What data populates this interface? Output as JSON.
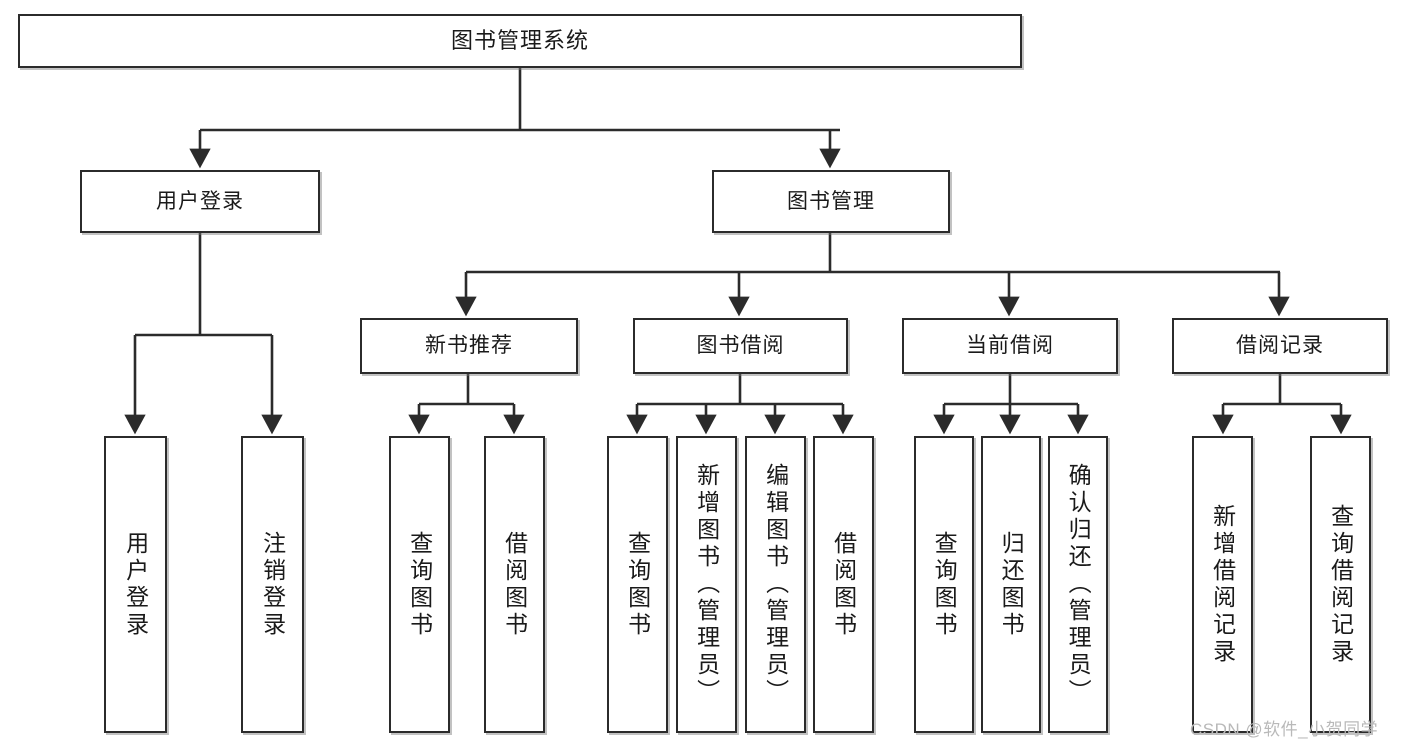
{
  "diagram": {
    "title": "图书管理系统",
    "type": "tree-hierarchy-chart",
    "watermark": "CSDN @软件_小贺同学",
    "colors": {
      "box_border": "#2b2b2b",
      "box_fill": "#ffffff",
      "connector": "#2b2b2b",
      "text": "#1a1a1a",
      "watermark": "#b9b9b9"
    },
    "root": {
      "label": "图书管理系统"
    },
    "level2": [
      {
        "id": "user-login",
        "label": "用户登录"
      },
      {
        "id": "book-manage",
        "label": "图书管理"
      }
    ],
    "level3": [
      {
        "id": "new-book-rec",
        "label": "新书推荐"
      },
      {
        "id": "book-borrow",
        "label": "图书借阅"
      },
      {
        "id": "current-borrow",
        "label": "当前借阅"
      },
      {
        "id": "borrow-record",
        "label": "借阅记录"
      }
    ],
    "leaves": {
      "user-login": [
        {
          "id": "leaf-user-login",
          "label": "用户登录"
        },
        {
          "id": "leaf-logout",
          "label": "注销登录"
        }
      ],
      "new-book-rec": [
        {
          "id": "leaf-query-book-1",
          "label": "查询图书"
        },
        {
          "id": "leaf-borrow-book-1",
          "label": "借阅图书"
        }
      ],
      "book-borrow": [
        {
          "id": "leaf-query-book-2",
          "label": "查询图书"
        },
        {
          "id": "leaf-add-book",
          "label": "新增图书（管理员）"
        },
        {
          "id": "leaf-edit-book",
          "label": "编辑图书（管理员）"
        },
        {
          "id": "leaf-borrow-book-2",
          "label": "借阅图书"
        }
      ],
      "current-borrow": [
        {
          "id": "leaf-query-book-3",
          "label": "查询图书"
        },
        {
          "id": "leaf-return-book",
          "label": "归还图书"
        },
        {
          "id": "leaf-confirm-return",
          "label": "确认归还（管理员）"
        }
      ],
      "borrow-record": [
        {
          "id": "leaf-add-record",
          "label": "新增借阅记录"
        },
        {
          "id": "leaf-query-record",
          "label": "查询借阅记录"
        }
      ]
    }
  }
}
